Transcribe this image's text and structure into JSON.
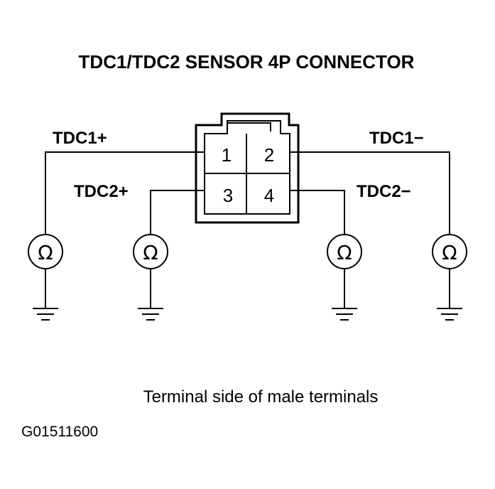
{
  "title": "TDC1/TDC2 SENSOR 4P CONNECTOR",
  "labels": {
    "tdc1_plus": "TDC1+",
    "tdc2_plus": "TDC2+",
    "tdc1_minus": "TDC1−",
    "tdc2_minus": "TDC2−"
  },
  "terminals": [
    "1",
    "2",
    "3",
    "4"
  ],
  "meter_symbol": "Ω",
  "caption": "Terminal side of male terminals",
  "figure_code": "G01511600"
}
